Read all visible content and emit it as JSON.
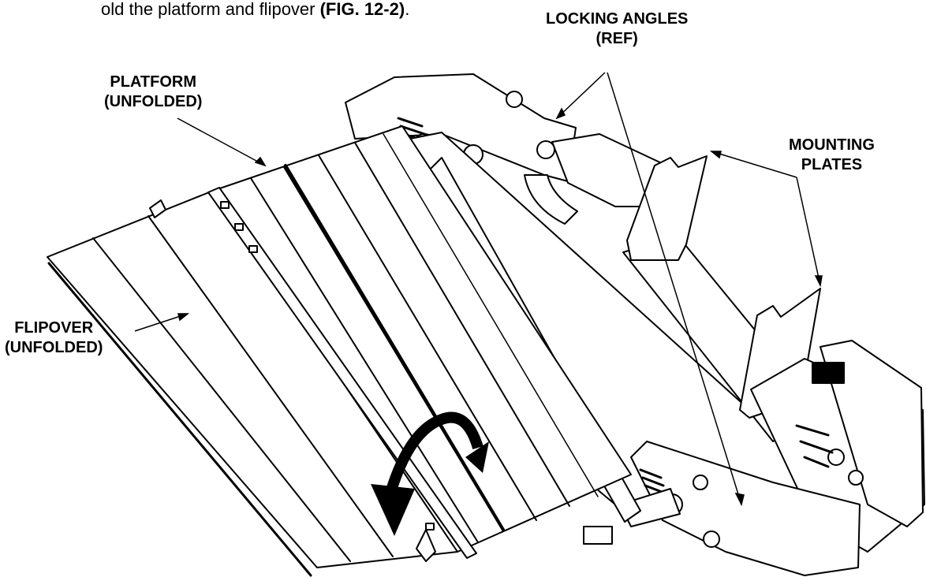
{
  "instruction": {
    "text": "old the platform and flipover ",
    "figure_ref": "(FIG. 12-2)",
    "trailing": "."
  },
  "callouts": {
    "locking_angles": {
      "line1": "LOCKING ANGLES",
      "line2": "(REF)"
    },
    "platform": {
      "line1": "PLATFORM",
      "line2": "(UNFOLDED)"
    },
    "mounting_plates": {
      "line1": "MOUNTING",
      "line2": "PLATES"
    },
    "flipover": {
      "line1": "FLIPOVER",
      "line2": "(UNFOLDED)"
    }
  },
  "icons": {
    "fold_arrow": "curved-fold-arrow-icon"
  }
}
